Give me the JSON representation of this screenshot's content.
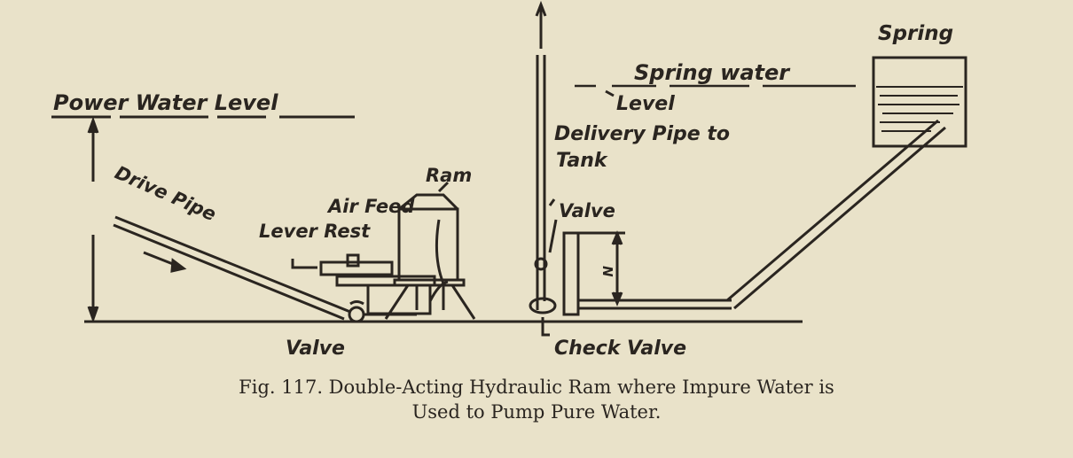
{
  "labels": {
    "power_water_level": "Power Water Level",
    "drive_pipe": "Drive Pipe",
    "lever_rest": "Lever Rest",
    "air_feed": "Air Feed",
    "ram": "Ram",
    "delivery_pipe_line1": "Delivery Pipe to",
    "delivery_pipe_line2": "Tank",
    "valve_top": "Valve",
    "valve_bottom": "Valve",
    "check_valve": "Check Valve",
    "spring_water": "Spring water",
    "level": "Level",
    "spring": "Spring",
    "n_mark": "N"
  },
  "caption": {
    "line1": "Fig. 117.  Double-Acting Hydraulic Ram where Impure Water is",
    "line2": "Used to Pump Pure Water."
  },
  "colors": {
    "ink": "#2a2520",
    "paper": "#e9e2c9"
  }
}
